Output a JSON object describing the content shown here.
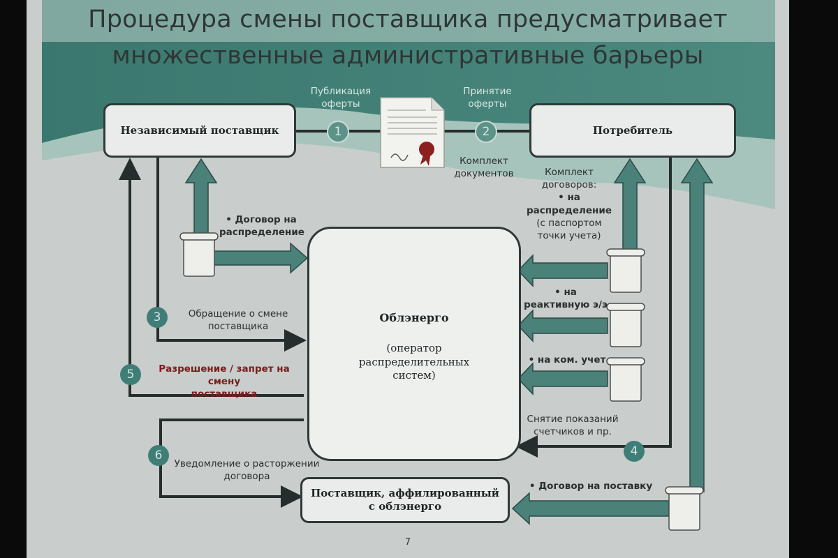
{
  "title": {
    "line1": "Процедура смены поставщика предусматривает",
    "line2": "множественные административные барьеры"
  },
  "nodes": {
    "supplier": "Независимый поставщик",
    "consumer": "Потребитель",
    "oblenergo_name": "Облэнерго",
    "oblenergo_desc": "(оператор распределительных систем)",
    "affiliated": "Поставщик, аффилированный с облэнерго"
  },
  "steps": {
    "s1": "1",
    "s2": "2",
    "s3": "3",
    "s4": "4",
    "s5": "5",
    "s6": "6"
  },
  "labels": {
    "publication_1": "Публикация",
    "publication_2": "оферты",
    "acceptance_1": "Принятие",
    "acceptance_2": "оферты",
    "docs_1": "Комплект",
    "docs_2": "документов",
    "contracts_1": "Комплект",
    "contracts_2": "договоров:",
    "contracts_3": "• на",
    "contracts_4": "распределение",
    "contracts_5": "(с паспортом",
    "contracts_6": "точки учета)",
    "reactive_1": "• на",
    "reactive_2": "реактивную э/э",
    "metering": "• на ком. учет",
    "readings_1": "Снятие показаний",
    "readings_2": "счетчиков и пр.",
    "dist_contract_1": "• Договор на",
    "dist_contract_2": "распределение",
    "appeal_1": "Обращение о смене",
    "appeal_2": "поставщика",
    "permission_1": "Разрешение / запрет на смену",
    "permission_2": "поставщика",
    "notice_1": "Уведомление о расторжении",
    "notice_2": "договора",
    "supply_contract": "• Договор на поставку"
  },
  "page_number": "7",
  "colors": {
    "teal_dark": "#3c7a72",
    "teal_light": "#9fc1b9",
    "arrow_teal": "#4a8179",
    "line_dark": "#262e2d",
    "red_text": "#7a1d1d"
  }
}
